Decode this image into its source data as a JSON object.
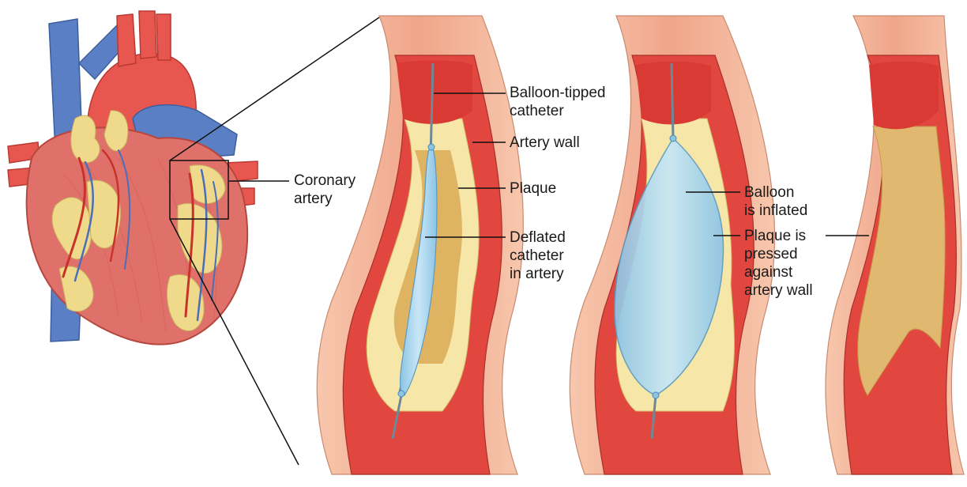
{
  "labels": {
    "coronary_artery": "Coronary\nartery",
    "balloon_tipped_catheter": "Balloon-tipped\ncatheter",
    "artery_wall": "Artery wall",
    "plaque": "Plaque",
    "deflated_catheter": "Deflated\ncatheter\nin artery",
    "balloon_inflated": "Balloon\nis inflated",
    "plaque_pressed": "Plaque is\npressed\nagainst\nartery wall"
  },
  "colors": {
    "vein_blue": "#5b7fc4",
    "artery_red": "#e8574f",
    "heart_muscle": "#e0716a",
    "fat_yellow": "#efd98a",
    "vessel_outer": "#f3b49a",
    "vessel_wall": "#e2473f",
    "plaque_light": "#f6e7a8",
    "plaque_dark": "#d9a955",
    "balloon": "#a9d6ee",
    "leader": "#111111"
  }
}
